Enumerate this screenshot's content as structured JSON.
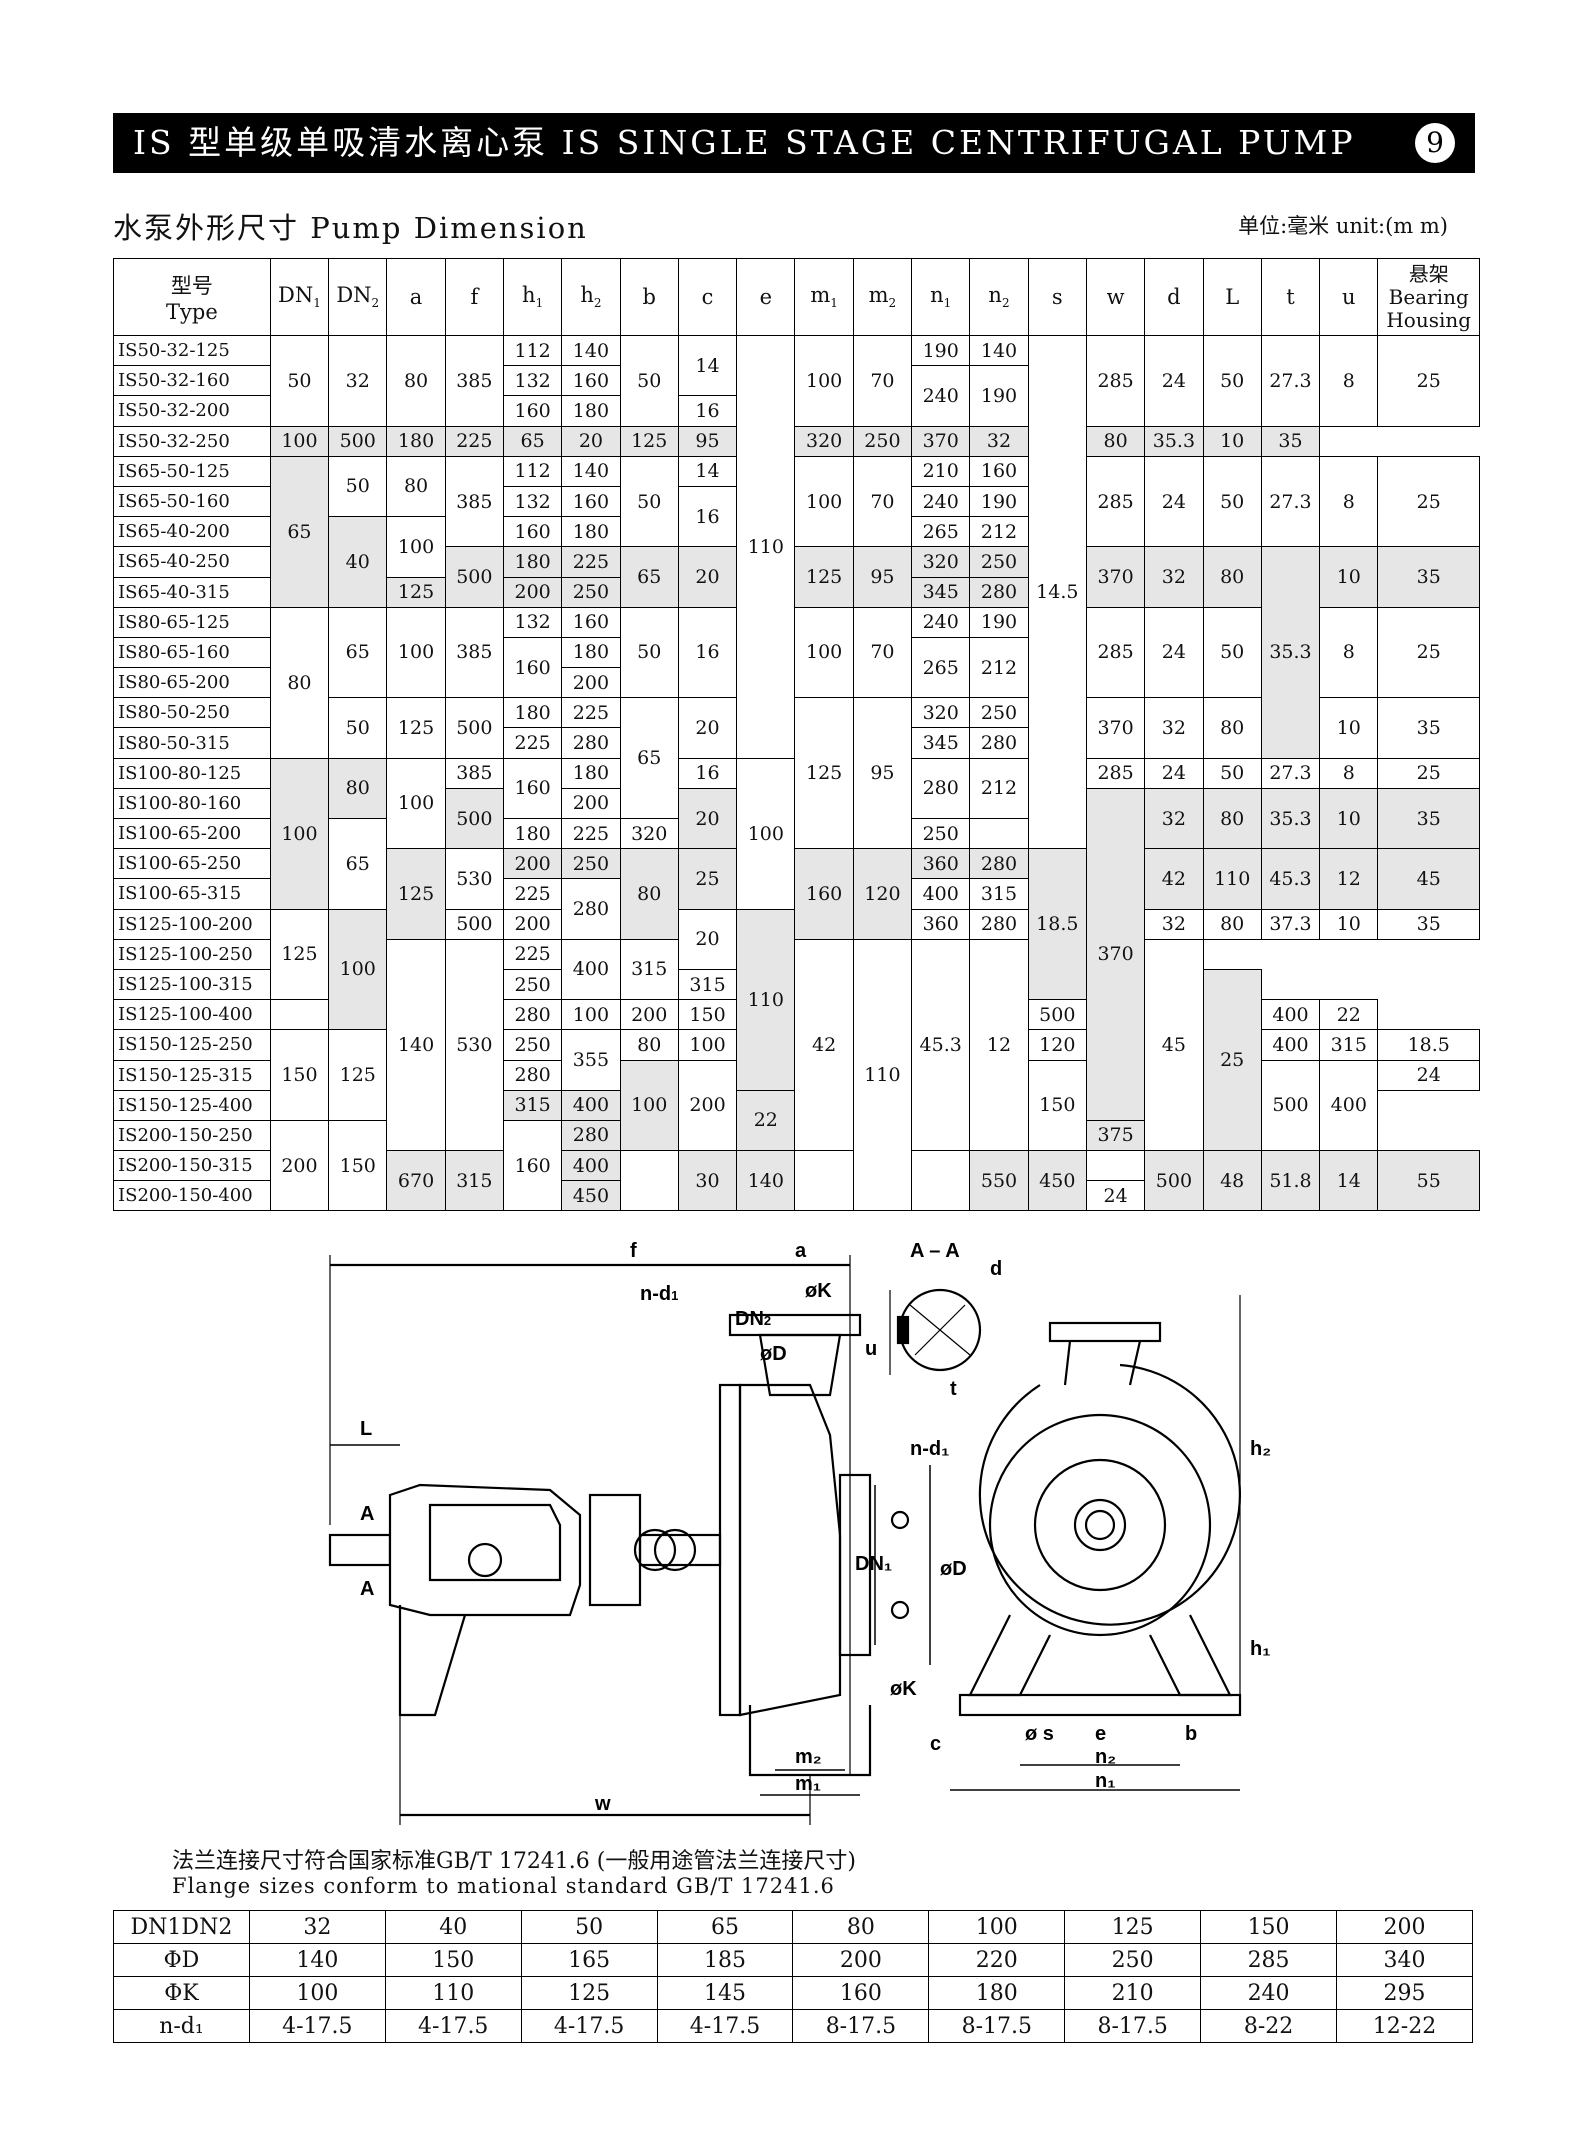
{
  "header": {
    "title": "IS 型单级单吸清水离心泵 IS SINGLE STAGE CENTRIFUGAL PUMP",
    "page_number": "9"
  },
  "section": {
    "title": "水泵外形尺寸   Pump Dimension",
    "unit": "单位:毫米  unit:(m m)"
  },
  "dim_table": {
    "headers": {
      "type_cn": "型号",
      "type_en": "Type",
      "dn1": "DN",
      "dn1_sub": "1",
      "dn2": "DN",
      "dn2_sub": "2",
      "a": "a",
      "f": "f",
      "h1": "h",
      "h1_sub": "1",
      "h2": "h",
      "h2_sub": "2",
      "b": "b",
      "c": "c",
      "e": "e",
      "m1": "m",
      "m1_sub": "1",
      "m2": "m",
      "m2_sub": "2",
      "n1": "n",
      "n1_sub": "1",
      "n2": "n",
      "n2_sub": "2",
      "s": "s",
      "w": "w",
      "d": "d",
      "L": "L",
      "t": "t",
      "u": "u",
      "bh_cn": "悬架",
      "bh_en1": "Bearing",
      "bh_en2": "Housing"
    },
    "types": [
      "IS50-32-125",
      "IS50-32-160",
      "IS50-32-200",
      "IS50-32-250",
      "IS65-50-125",
      "IS65-50-160",
      "IS65-40-200",
      "IS65-40-250",
      "IS65-40-315",
      "IS80-65-125",
      "IS80-65-160",
      "IS80-65-200",
      "IS80-50-250",
      "IS80-50-315",
      "IS100-80-125",
      "IS100-80-160",
      "IS100-65-200",
      "IS100-65-250",
      "IS100-65-315",
      "IS125-100-200",
      "IS125-100-250",
      "IS125-100-315",
      "IS125-100-400",
      "IS150-125-250",
      "IS150-125-315",
      "IS150-125-400",
      "IS200-150-250",
      "IS200-150-315",
      "IS200-150-400"
    ],
    "v": {
      "dn1_50": "50",
      "dn2_32": "32",
      "a_80": "80",
      "f_385": "385",
      "b_50": "50",
      "c_14": "14",
      "m1_100": "100",
      "m2_70": "70",
      "w_285": "285",
      "d_24": "24",
      "L_50": "50",
      "t_273": "27.3",
      "u_8": "8",
      "bh_25": "25",
      "h1_112": "112",
      "h2_140": "140",
      "n1_190": "190",
      "n2_140": "140",
      "h1_132": "132",
      "h2_160": "160",
      "n1_240": "240",
      "n2_190": "190",
      "h1_160": "160",
      "h2_180": "180",
      "c_16": "16",
      "a_100": "100",
      "f_500": "500",
      "h1_180": "180",
      "h2_225": "225",
      "b_65": "65",
      "c_20": "20",
      "m1_125": "125",
      "m2_95": "95",
      "n1_320": "320",
      "n2_250": "250",
      "w_370": "370",
      "d_32": "32",
      "L_80": "80",
      "t_353": "35.3",
      "u_10": "10",
      "bh_35": "35",
      "dn1_65": "65",
      "dn2_50": "50",
      "e_110": "110",
      "s_145": "14.5",
      "n1_210": "210",
      "n2_160": "160",
      "n1_265": "265",
      "n2_212": "212",
      "dn2_40": "40",
      "a_125": "125",
      "h1_200": "200",
      "h2_250": "250",
      "n1_345": "345",
      "n2_280": "280",
      "dn1_80": "80",
      "dn2_65": "65",
      "h2_200": "200",
      "h2_280": "280",
      "h1_225": "225",
      "dn1_100": "100",
      "dn2_80": "80",
      "e_100": "100",
      "n1_280": "280",
      "n2_212b": "212",
      "c_25": "25",
      "f_530": "530",
      "n1_360": "360",
      "n1_400": "400",
      "n2_315": "315",
      "d_42": "42",
      "L_110": "110",
      "t_453": "45.3",
      "u_12": "12",
      "bh_45": "45",
      "dn1_125": "125",
      "dn2_100": "100",
      "b_80": "80",
      "m1_160": "160",
      "m2_120": "120",
      "s_185": "18.5",
      "t_373": "37.3",
      "h1_250": "250",
      "h2_315": "315",
      "a_140": "140",
      "h1_280": "280",
      "b_100": "100",
      "m1_200": "200",
      "m2_150": "150",
      "n1_500": "500",
      "n2_400": "400",
      "s_22": "22",
      "h2_355": "355",
      "dn1_150": "150",
      "dn2_125": "125",
      "s_24": "24",
      "h1_315": "315",
      "h2_400": "400",
      "h2_375": "375",
      "dn1_200": "200",
      "dn2_150": "150",
      "a_160": "160",
      "f_670": "670",
      "c_30": "30",
      "e_140": "140",
      "n1_550": "550",
      "n2_450": "450",
      "w_500": "500",
      "d_48": "48",
      "t_518": "51.8",
      "u_14": "14",
      "bh_55": "55",
      "h2_450": "450"
    }
  },
  "drawing_labels": {
    "f": "f",
    "a": "a",
    "aa": "A – A",
    "d": "d",
    "nd1": "n-d",
    "nd1_sub": "1",
    "dn2": "DN",
    "dn2_sub": "2",
    "phik": "øK",
    "phid": "øD",
    "u": "u",
    "t": "t",
    "L": "L",
    "A": "A",
    "nd1b": "n-d₁",
    "dn1": "DN₁",
    "phid2": "øD",
    "phik2": "øK",
    "h2": "h₂",
    "h1": "h₁",
    "c": "c",
    "m2": "m₂",
    "m1": "m₁",
    "w": "w",
    "phis": "ø s",
    "e": "e",
    "b": "b",
    "n2": "n₂",
    "n1": "n₁"
  },
  "flange_note": {
    "cn": "法兰连接尺寸符合国家标准GB/T 17241.6 (一般用途管法兰连接尺寸)",
    "en": "Flange sizes conform to mational standard GB/T 17241.6"
  },
  "flange_table": {
    "rows": [
      [
        "DN1DN2",
        "32",
        "40",
        "50",
        "65",
        "80",
        "100",
        "125",
        "150",
        "200"
      ],
      [
        "ΦD",
        "140",
        "150",
        "165",
        "185",
        "200",
        "220",
        "250",
        "285",
        "340"
      ],
      [
        "ΦK",
        "100",
        "110",
        "125",
        "145",
        "160",
        "180",
        "210",
        "240",
        "295"
      ],
      [
        "n-d₁",
        "4-17.5",
        "4-17.5",
        "4-17.5",
        "4-17.5",
        "8-17.5",
        "8-17.5",
        "8-17.5",
        "8-22",
        "12-22"
      ]
    ]
  }
}
